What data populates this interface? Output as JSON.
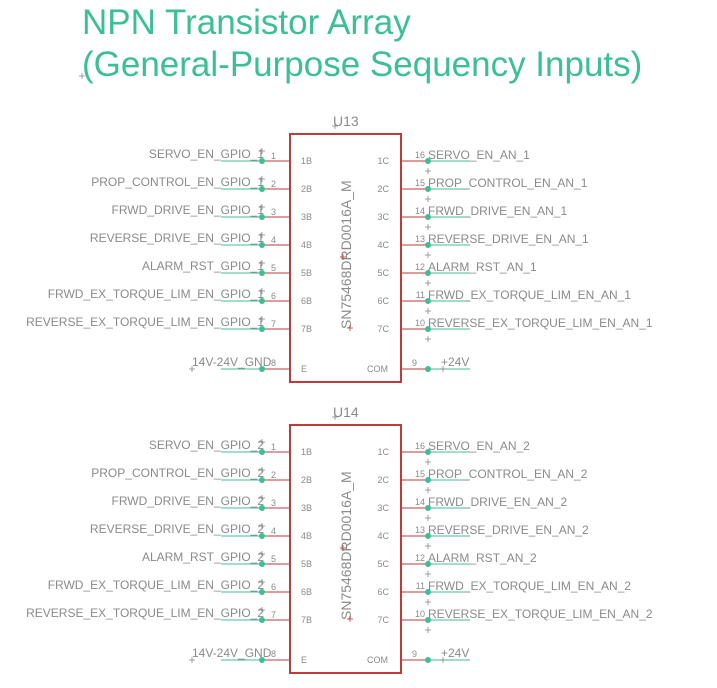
{
  "title": {
    "line1": "NPN Transistor Array",
    "line2": "(General-Purpose Sequency Inputs)"
  },
  "colors": {
    "net": "#3cbf93",
    "component": "#c03a3a",
    "label": "#8a8a8a"
  },
  "chips": [
    {
      "refdes": "U13",
      "value": "SN75468DRD0016A_M",
      "inputs": [
        {
          "net": "SERVO_EN_GPIO_1",
          "num": "1",
          "pin": "1B"
        },
        {
          "net": "PROP_CONTROL_EN_GPIO_1",
          "num": "2",
          "pin": "2B"
        },
        {
          "net": "FRWD_DRIVE_EN_GPIO_1",
          "num": "3",
          "pin": "3B"
        },
        {
          "net": "REVERSE_DRIVE_EN_GPIO_1",
          "num": "4",
          "pin": "4B"
        },
        {
          "net": "ALARM_RST_GPIO_1",
          "num": "5",
          "pin": "5B"
        },
        {
          "net": "FRWD_EX_TORQUE_LIM_EN_GPIO_1",
          "num": "6",
          "pin": "6B"
        },
        {
          "net": "REVERSE_EX_TORQUE_LIM_EN_GPIO_1",
          "num": "7",
          "pin": "7B"
        }
      ],
      "outputs": [
        {
          "net": "SERVO_EN_AN_1",
          "num": "16",
          "pin": "1C"
        },
        {
          "net": "PROP_CONTROL_EN_AN_1",
          "num": "15",
          "pin": "2C"
        },
        {
          "net": "FRWD_DRIVE_EN_AN_1",
          "num": "14",
          "pin": "3C"
        },
        {
          "net": "REVERSE_DRIVE_EN_AN_1",
          "num": "13",
          "pin": "4C"
        },
        {
          "net": "ALARM_RST_AN_1",
          "num": "12",
          "pin": "5C"
        },
        {
          "net": "FRWD_EX_TORQUE_LIM_EN_AN_1",
          "num": "11",
          "pin": "6C"
        },
        {
          "net": "REVERSE_EX_TORQUE_LIM_EN_AN_1",
          "num": "10",
          "pin": "7C"
        }
      ],
      "gnd": {
        "net": "14V-24V_GND",
        "num": "8",
        "pin": "E"
      },
      "com": {
        "net": "+24V",
        "num": "9",
        "pin": "COM"
      }
    },
    {
      "refdes": "U14",
      "value": "SN75468DRD0016A_M",
      "inputs": [
        {
          "net": "SERVO_EN_GPIO_2",
          "num": "1",
          "pin": "1B"
        },
        {
          "net": "PROP_CONTROL_EN_GPIO_2",
          "num": "2",
          "pin": "2B"
        },
        {
          "net": "FRWD_DRIVE_EN_GPIO_2",
          "num": "3",
          "pin": "3B"
        },
        {
          "net": "REVERSE_DRIVE_EN_GPIO_2",
          "num": "4",
          "pin": "4B"
        },
        {
          "net": "ALARM_RST_GPIO_2",
          "num": "5",
          "pin": "5B"
        },
        {
          "net": "FRWD_EX_TORQUE_LIM_EN_GPIO_2",
          "num": "6",
          "pin": "6B"
        },
        {
          "net": "REVERSE_EX_TORQUE_LIM_EN_GPIO_2",
          "num": "7",
          "pin": "7B"
        }
      ],
      "outputs": [
        {
          "net": "SERVO_EN_AN_2",
          "num": "16",
          "pin": "1C"
        },
        {
          "net": "PROP_CONTROL_EN_AN_2",
          "num": "15",
          "pin": "2C"
        },
        {
          "net": "FRWD_DRIVE_EN_AN_2",
          "num": "14",
          "pin": "3C"
        },
        {
          "net": "REVERSE_DRIVE_EN_AN_2",
          "num": "13",
          "pin": "4C"
        },
        {
          "net": "ALARM_RST_AN_2",
          "num": "12",
          "pin": "5C"
        },
        {
          "net": "FRWD_EX_TORQUE_LIM_EN_AN_2",
          "num": "11",
          "pin": "6C"
        },
        {
          "net": "REVERSE_EX_TORQUE_LIM_EN_AN_2",
          "num": "10",
          "pin": "7C"
        }
      ],
      "gnd": {
        "net": "14V-24V_GND",
        "num": "8",
        "pin": "E"
      },
      "com": {
        "net": "+24V",
        "num": "9",
        "pin": "COM"
      }
    }
  ]
}
